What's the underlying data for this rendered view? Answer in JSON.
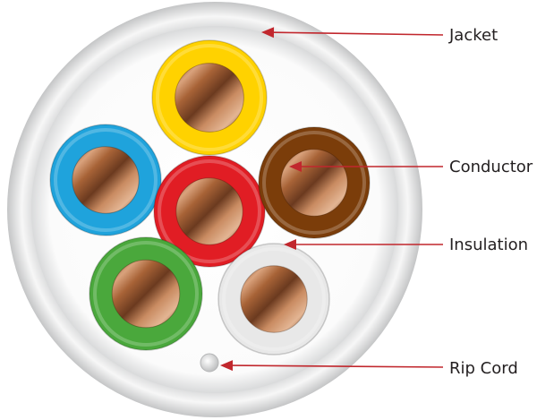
{
  "labels": {
    "jacket": "Jacket",
    "conductor": "Conductor",
    "insulation": "Insulation",
    "rip_cord": "Rip Cord"
  },
  "colors": {
    "arrow": "#c1272d",
    "jacket": "#e6e7e8",
    "jacket_shadow": "#c9cacb",
    "copper_light": "#d7a07a",
    "copper_dark": "#6b3a1f",
    "insulation_yellow": "#ffd200",
    "insulation_blue": "#1fa3dc",
    "insulation_red": "#e11d24",
    "insulation_brown": "#7b3d0a",
    "insulation_green": "#4aa83c",
    "insulation_white": "#e8e8e8"
  },
  "wires": [
    {
      "name": "yellow-wire",
      "color_key": "insulation_yellow"
    },
    {
      "name": "blue-wire",
      "color_key": "insulation_blue"
    },
    {
      "name": "red-wire",
      "color_key": "insulation_red"
    },
    {
      "name": "brown-wire",
      "color_key": "insulation_brown"
    },
    {
      "name": "green-wire",
      "color_key": "insulation_green"
    },
    {
      "name": "white-wire",
      "color_key": "insulation_white"
    }
  ]
}
